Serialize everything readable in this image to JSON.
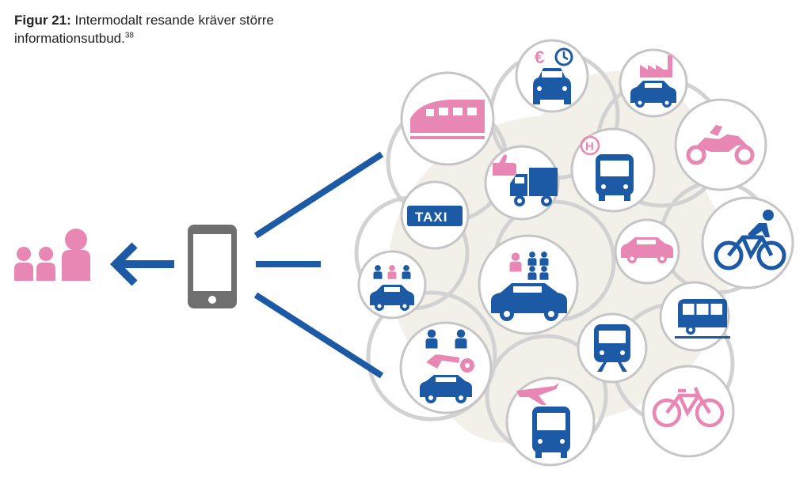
{
  "caption": {
    "figure_label": "Figur 21:",
    "text_line1": "Intermodalt resande kräver större",
    "text_line2": "informationsutbud.",
    "footnote": "38"
  },
  "nodes": {
    "taxi_label": "TAXI",
    "price_euro_symbol": "€",
    "hospital_symbol": "H"
  },
  "colors": {
    "blue": "#1d5aa6",
    "pink": "#e886b4",
    "gray": "#6f6f6f",
    "ring": "#d2d2d2",
    "circle_border": "#c6c6c6",
    "cloud": "#f3f0ea"
  },
  "icons": [
    "people-group-icon",
    "arrow-left-icon",
    "smartphone-icon",
    "train-icon",
    "taxi-icon",
    "carpool-icon",
    "carsharing-key-icon",
    "car-price-time-icon",
    "delivery-truck-icon",
    "shared-car-passengers-icon",
    "airport-bus-icon",
    "car-factory-icon",
    "hospital-bus-icon",
    "small-car-icon",
    "commuter-train-icon",
    "motorcycle-icon",
    "bicycle-rider-icon",
    "city-bus-icon",
    "bicycle-icon"
  ]
}
